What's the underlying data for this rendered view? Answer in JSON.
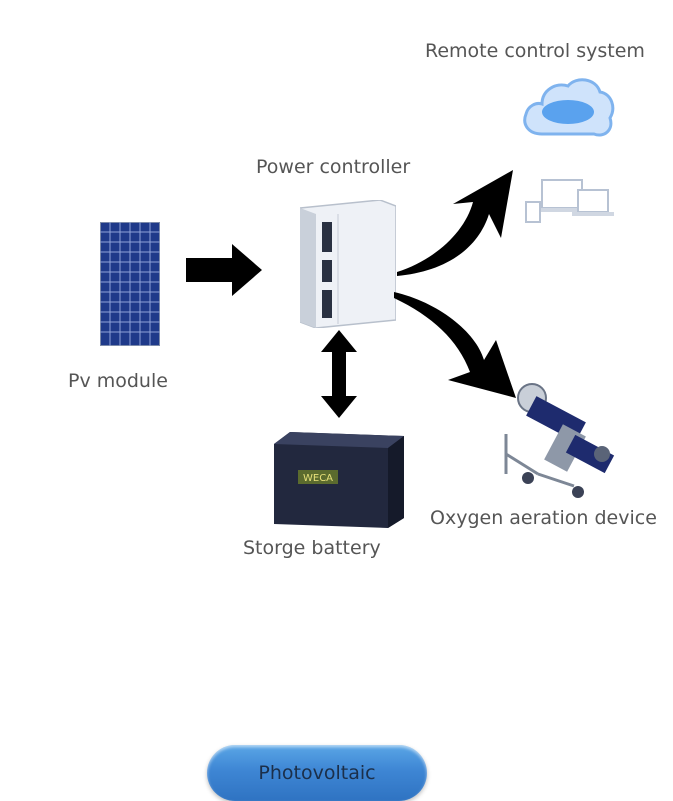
{
  "labels": {
    "remote": "Remote control system",
    "controller": "Power controller",
    "pv": "Pv module",
    "battery": "Storge battery",
    "oxygen": "Oxygen aeration device"
  },
  "battery_brand": "WECA",
  "button": {
    "label": "Photovoltaic"
  },
  "colors": {
    "arrow": "#000000",
    "label": "#555555",
    "button": "#3e86d4",
    "panel": "#1f3a8a",
    "battery": "#22283e"
  }
}
